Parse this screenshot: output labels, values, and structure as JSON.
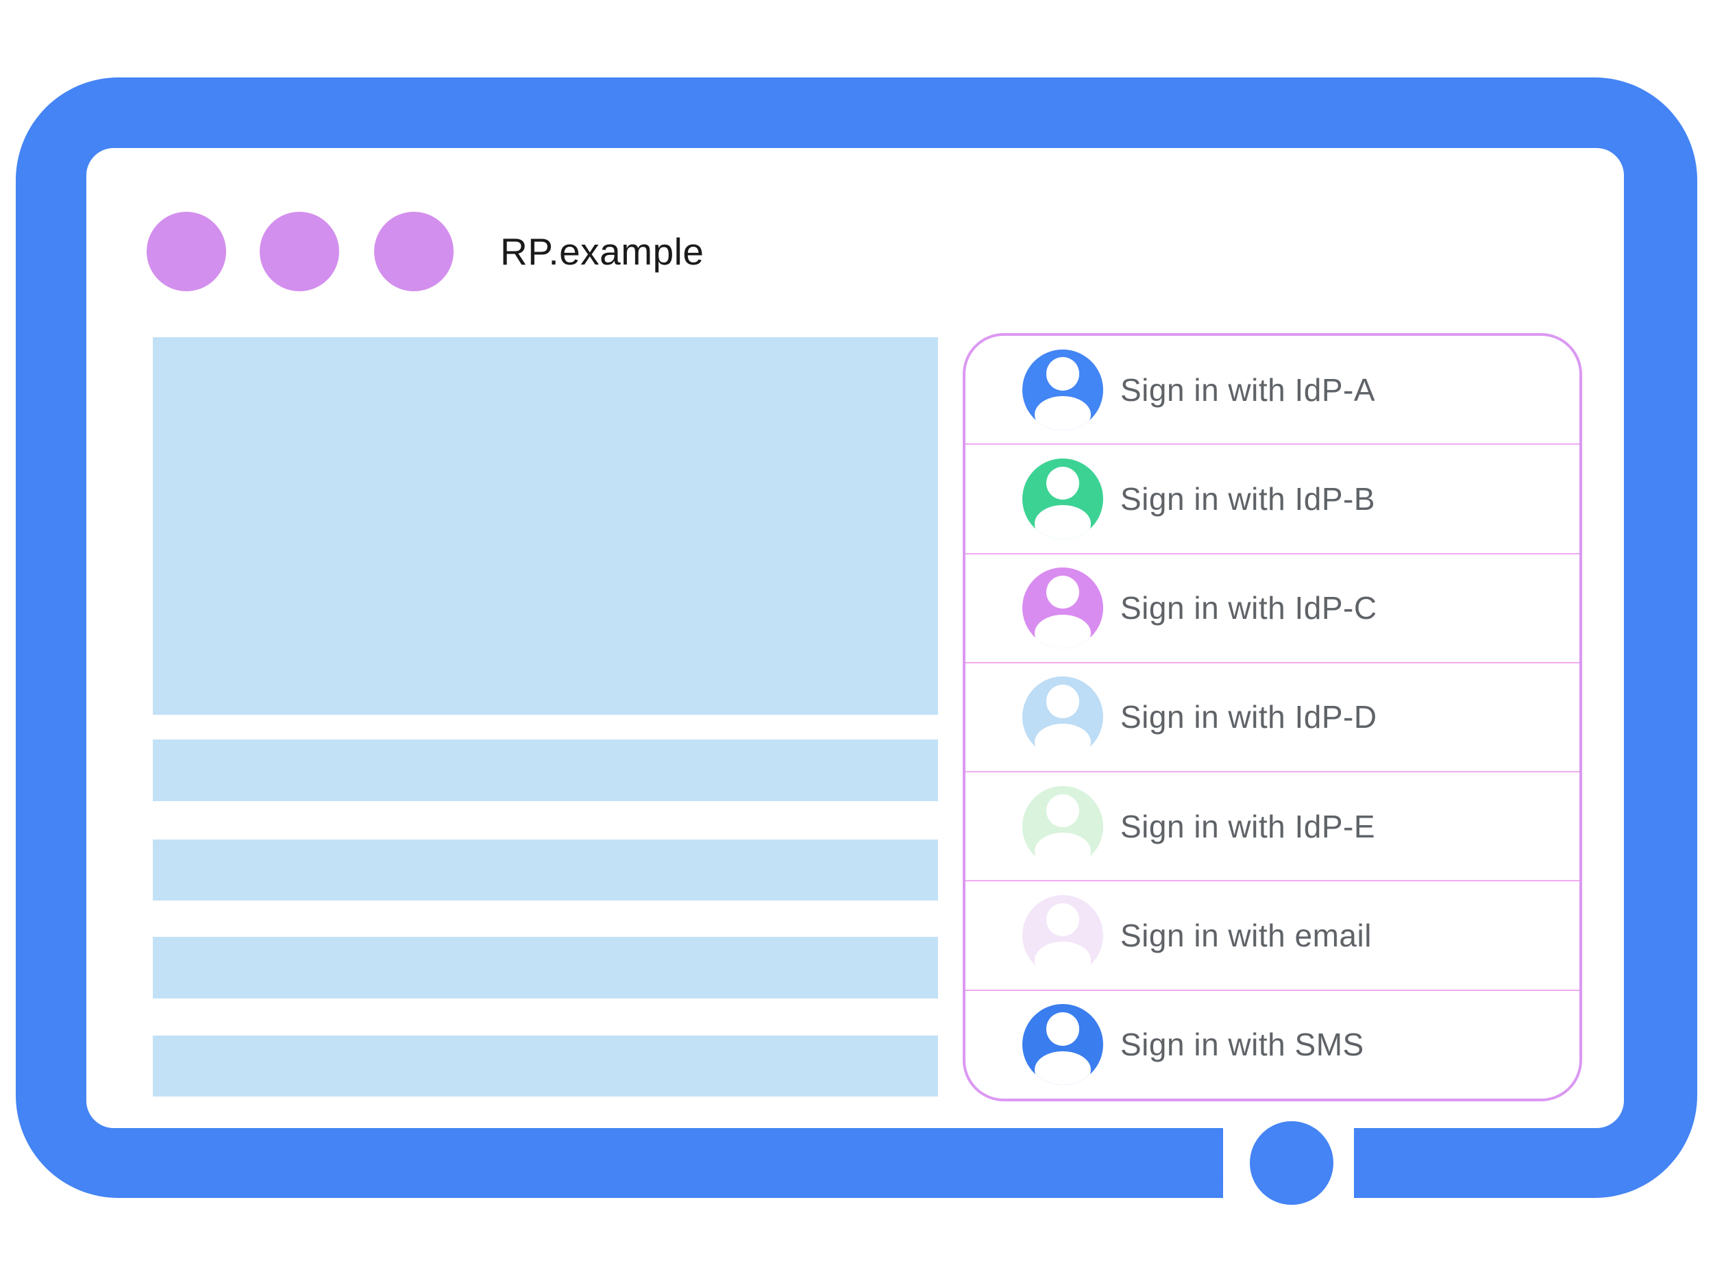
{
  "browser_window": {
    "title": "RP.example",
    "window_dots": [
      {
        "icon": "window-control-dot-icon"
      },
      {
        "icon": "window-control-dot-icon"
      },
      {
        "icon": "window-control-dot-icon"
      }
    ],
    "home_button_icon": "home-button-circle-icon"
  },
  "signin_panel": {
    "options": [
      {
        "label": "Sign in with IdP-A",
        "avatar_icon": "person-avatar-icon",
        "avatar_color": "#4285F4"
      },
      {
        "label": "Sign in with IdP-B",
        "avatar_icon": "person-avatar-icon",
        "avatar_color": "#3CD294"
      },
      {
        "label": "Sign in with IdP-C",
        "avatar_icon": "person-avatar-icon",
        "avatar_color": "#D98CF0"
      },
      {
        "label": "Sign in with IdP-D",
        "avatar_icon": "person-avatar-icon",
        "avatar_color": "#BDDCF5"
      },
      {
        "label": "Sign in with IdP-E",
        "avatar_icon": "person-avatar-icon",
        "avatar_color": "#D9F3DC"
      },
      {
        "label": "Sign in with email",
        "avatar_icon": "person-avatar-icon",
        "avatar_color": "#F3E6F8"
      },
      {
        "label": "Sign in with SMS",
        "avatar_icon": "person-avatar-icon",
        "avatar_color": "#3A7DEE"
      }
    ]
  },
  "colors": {
    "frame_blue": "#4484F4",
    "placeholder_blue": "#C3E1F6",
    "dot_purple": "#D38FED",
    "panel_border": "#DB98F2",
    "separator_pink": "#F0ACF0",
    "label_gray": "#5F6368",
    "title_color": "#1A1A1A"
  }
}
